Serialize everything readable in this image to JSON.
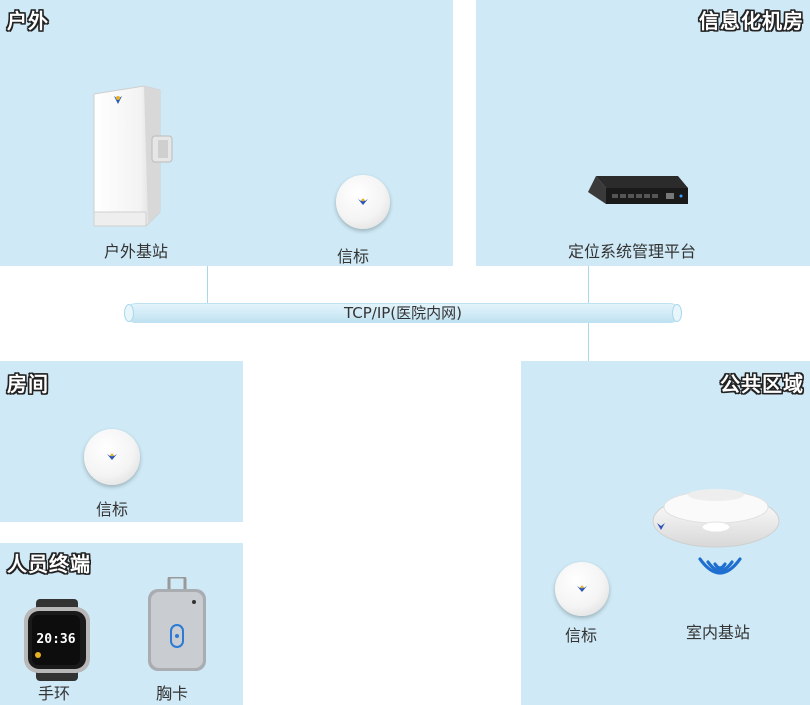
{
  "regions": {
    "outdoor": {
      "title": "户外",
      "base_station_label": "户外基站",
      "beacon_label": "信标"
    },
    "it_room": {
      "title": "信息化机房",
      "platform_label": "定位系统管理平台"
    },
    "room": {
      "title": "房间",
      "beacon_label": "信标"
    },
    "personnel": {
      "title": "人员终端",
      "bracelet_label": "手环",
      "badge_label": "胸卡",
      "watch_time": "20:36"
    },
    "public_area": {
      "title": "公共区域",
      "beacon_label": "信标",
      "indoor_station_label": "室内基站"
    }
  },
  "network": {
    "bus_label": "TCP/IP(医院内网)"
  },
  "colors": {
    "panel_bg": "#cfeaf6",
    "line": "#a8d8ec",
    "signal": "#1f6fd1"
  }
}
